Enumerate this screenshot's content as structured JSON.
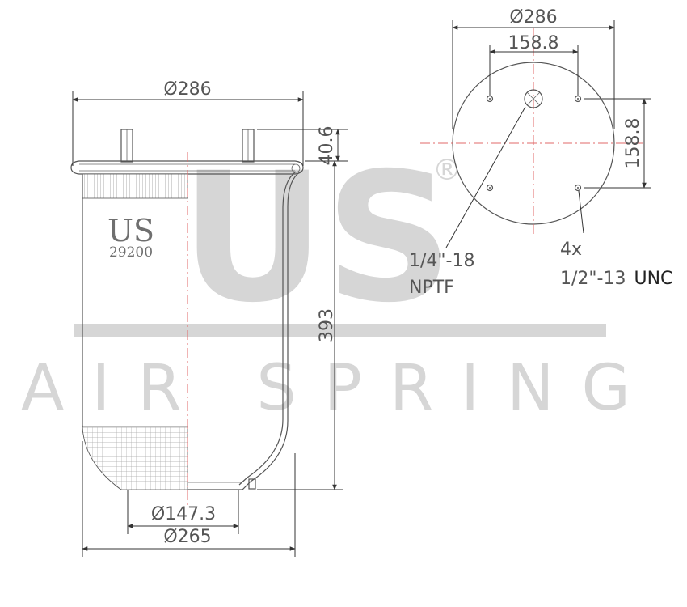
{
  "watermark": {
    "logo_text": "US",
    "registered_mark": "®",
    "tagline": "AIR SPRING"
  },
  "part": {
    "brand_label": "US",
    "part_number": "29200"
  },
  "side_view": {
    "top_diameter": "Ø286",
    "stud_height": "40.6",
    "overall_height": "393",
    "piston_diameter": "Ø147.3",
    "bottom_diameter": "Ø265"
  },
  "top_view": {
    "plate_diameter": "Ø286",
    "bolt_spacing_horizontal": "158.8",
    "bolt_spacing_vertical": "158.8",
    "air_fitting_line1": "1/4\"-18",
    "air_fitting_line2": "NPTF",
    "stud_qty": "4x",
    "stud_thread_size": "1/2\"-13",
    "stud_thread_std": "UNC"
  },
  "colors": {
    "outline": "#555555",
    "centerline": "#e06868",
    "watermark": "#d6d6d6"
  }
}
